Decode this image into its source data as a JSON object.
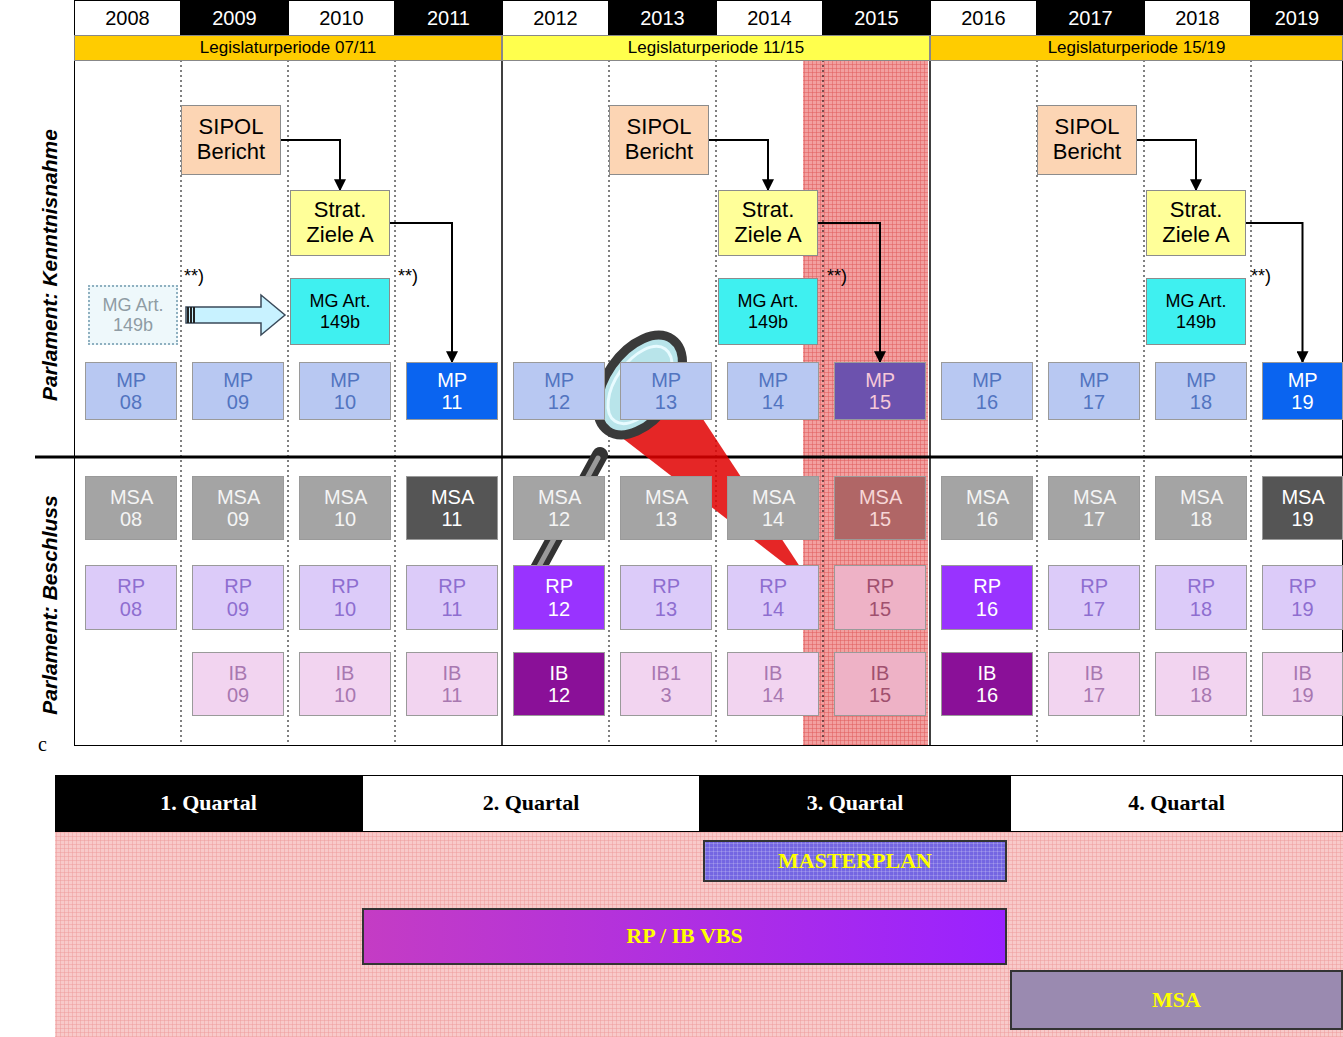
{
  "diagram": {
    "nodes": [
      {
        "text": [
          "2008"
        ]
      },
      {
        "text": [
          "2009"
        ]
      },
      {
        "text": [
          "2010"
        ]
      },
      {
        "text": [
          "2011"
        ]
      },
      {
        "text": [
          "2012"
        ]
      },
      {
        "text": [
          "2013"
        ]
      },
      {
        "text": [
          "2014"
        ]
      },
      {
        "text": [
          "2015"
        ]
      },
      {
        "text": [
          "2016"
        ]
      },
      {
        "text": [
          "2017"
        ]
      },
      {
        "text": [
          "2018"
        ]
      },
      {
        "text": [
          "2019"
        ]
      },
      {
        "text": [
          "Legislaturperiode 07/11"
        ]
      },
      {
        "text": [
          "Legislaturperiode 11/15"
        ]
      },
      {
        "text": [
          "Legislaturperiode 15/19"
        ]
      },
      {
        "text": [
          "SIPOL Bericht"
        ]
      },
      {
        "text": [
          "SIPOL Bericht"
        ]
      },
      {
        "text": [
          "SIPOL Bericht"
        ]
      },
      {
        "text": [
          "Strat. Ziele A"
        ]
      },
      {
        "text": [
          "Strat. Ziele A"
        ]
      },
      {
        "text": [
          "Strat. Ziele A"
        ]
      },
      {
        "text": [
          "MG Art. 149b"
        ]
      },
      {
        "text": [
          "MG Art. 149b"
        ]
      },
      {
        "text": [
          "MG Art. 149b"
        ]
      },
      {
        "text": [
          "MG Art. 149b"
        ]
      },
      {
        "text": [
          "MP 08"
        ]
      },
      {
        "text": [
          "MP 09"
        ]
      },
      {
        "text": [
          "MP 10"
        ]
      },
      {
        "text": [
          "MP 11"
        ]
      },
      {
        "text": [
          "MP 12"
        ]
      },
      {
        "text": [
          "MP 13"
        ]
      },
      {
        "text": [
          "MP 14"
        ]
      },
      {
        "text": [
          "MP 15"
        ]
      },
      {
        "text": [
          "MP 16"
        ]
      },
      {
        "text": [
          "MP 17"
        ]
      },
      {
        "text": [
          "MP 18"
        ]
      },
      {
        "text": [
          "MP 19"
        ]
      },
      {
        "text": [
          "MSA 08"
        ]
      },
      {
        "text": [
          "MSA 09"
        ]
      },
      {
        "text": [
          "MSA 10"
        ]
      },
      {
        "text": [
          "MSA 11"
        ]
      },
      {
        "text": [
          "MSA 12"
        ]
      },
      {
        "text": [
          "MSA 13"
        ]
      },
      {
        "text": [
          "MSA 14"
        ]
      },
      {
        "text": [
          "MSA 15"
        ]
      },
      {
        "text": [
          "MSA 16"
        ]
      },
      {
        "text": [
          "MSA 17"
        ]
      },
      {
        "text": [
          "MSA 18"
        ]
      },
      {
        "text": [
          "MSA 19"
        ]
      },
      {
        "text": [
          "RP 08"
        ]
      },
      {
        "text": [
          "RP 09"
        ]
      },
      {
        "text": [
          "RP 10"
        ]
      },
      {
        "text": [
          "RP 11"
        ]
      },
      {
        "text": [
          "RP 12"
        ]
      },
      {
        "text": [
          "RP 13"
        ]
      },
      {
        "text": [
          "RP 14"
        ]
      },
      {
        "text": [
          "RP 15"
        ]
      },
      {
        "text": [
          "RP 16"
        ]
      },
      {
        "text": [
          "RP 17"
        ]
      },
      {
        "text": [
          "RP 18"
        ]
      },
      {
        "text": [
          "RP 19"
        ]
      },
      {
        "text": [
          "IB 09"
        ]
      },
      {
        "text": [
          "IB 10"
        ]
      },
      {
        "text": [
          "IB 11"
        ]
      },
      {
        "text": [
          "IB 12"
        ]
      },
      {
        "text": [
          "IB1 3"
        ]
      },
      {
        "text": [
          "IB 14"
        ]
      },
      {
        "text": [
          "IB 15"
        ]
      },
      {
        "text": [
          "IB 16"
        ]
      },
      {
        "text": [
          "IB 17"
        ]
      },
      {
        "text": [
          "IB 18"
        ]
      },
      {
        "text": [
          "IB 19"
        ]
      },
      {
        "text": [
          "1. Quartal"
        ]
      },
      {
        "text": [
          "2. Quartal"
        ]
      },
      {
        "text": [
          "3. Quartal"
        ]
      },
      {
        "text": [
          "4. Quartal"
        ]
      },
      {
        "text": [
          "MASTERPLAN"
        ]
      },
      {
        "text": [
          "RP / IB VBS"
        ]
      },
      {
        "text": [
          "MSA"
        ]
      }
    ],
    "edges": [
      {
        "from": 15,
        "to": 18,
        "arrow": "to"
      },
      {
        "from": 18,
        "to": 28,
        "arrow": "to"
      },
      {
        "from": 16,
        "to": 19,
        "arrow": "to"
      },
      {
        "from": 19,
        "to": 32,
        "arrow": "to"
      },
      {
        "from": 17,
        "to": 20,
        "arrow": "to"
      },
      {
        "from": 20,
        "to": 36,
        "arrow": "to"
      },
      {
        "from": 21,
        "to": 22,
        "arrow": "to"
      }
    ],
    "labels": [
      "Parlament: Kenntnisnahme",
      "Parlament: Beschluss",
      "**)",
      "**)",
      "**)",
      "**)",
      "c"
    ]
  }
}
